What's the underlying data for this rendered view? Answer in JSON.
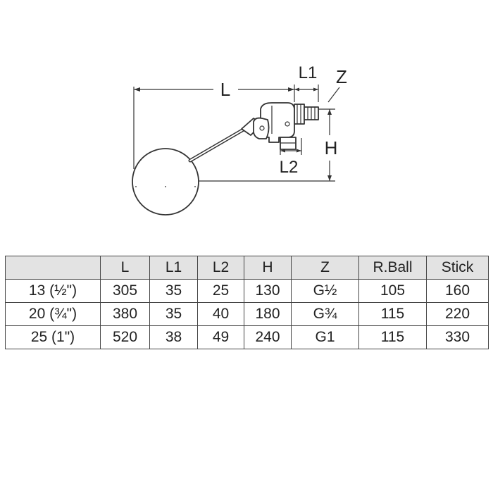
{
  "diagram": {
    "labels": {
      "L": "L",
      "L1": "L1",
      "L2": "L2",
      "H": "H",
      "Z": "Z"
    }
  },
  "table": {
    "headers": [
      "",
      "L",
      "L1",
      "L2",
      "H",
      "Z",
      "R.Ball",
      "Stick"
    ],
    "rows": [
      [
        "13 (½\")",
        "305",
        "35",
        "25",
        "130",
        "G½",
        "105",
        "160"
      ],
      [
        "20 (¾\")",
        "380",
        "35",
        "40",
        "180",
        "G¾",
        "115",
        "220"
      ],
      [
        "25 (1\")",
        "520",
        "38",
        "49",
        "240",
        "G1",
        "115",
        "330"
      ]
    ]
  }
}
